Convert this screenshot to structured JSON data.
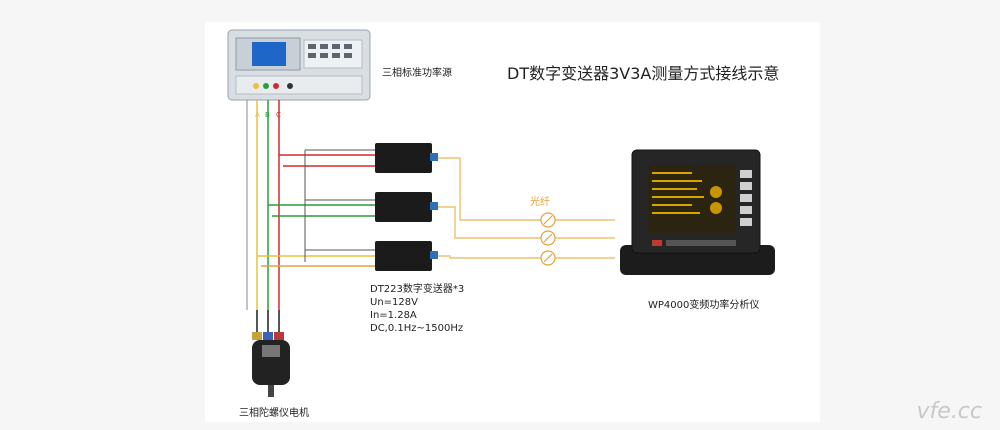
{
  "title": "DT数字变送器3V3A测量方式接线示意",
  "source_label": "三相标准功率源",
  "source_phases": [
    "A",
    "B",
    "C"
  ],
  "motor_label": "三相陀螺仪电机",
  "transmitter": {
    "name": "DT223数字变送器*3",
    "un": "Un=128V",
    "in": "In=1.28A",
    "range": "DC,0.1Hz~1500Hz"
  },
  "fiber_label": "光纤",
  "analyzer_label": "WP4000变频功率分析仪",
  "watermark": "vfe.cc",
  "colors": {
    "phase_a": "#e8c23a",
    "phase_b": "#2a9d3a",
    "phase_c": "#d22b2b",
    "fiber": "#e6a23c"
  }
}
